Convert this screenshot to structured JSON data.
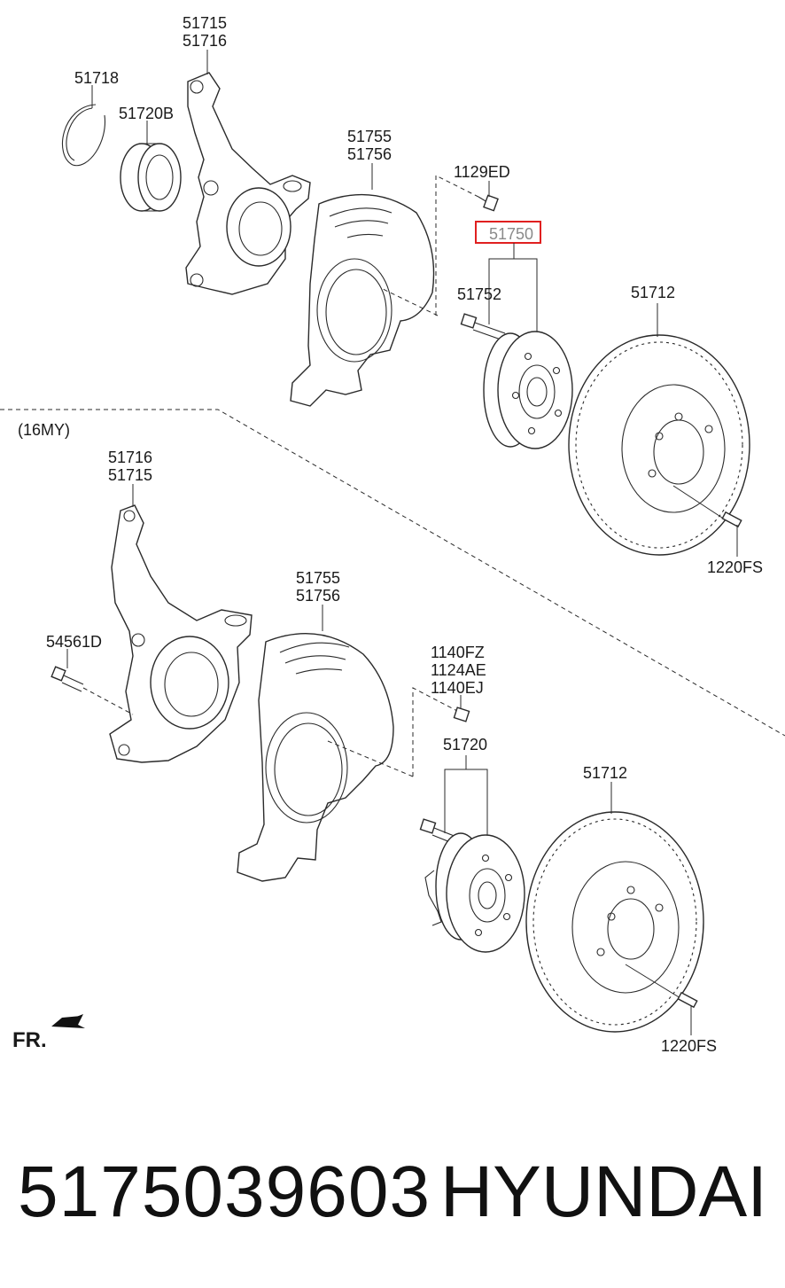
{
  "labels": {
    "top": {
      "knuckle": [
        "51715",
        "51716"
      ],
      "snap_ring": "51718",
      "bearing": "51720B",
      "dust_cover": [
        "51755",
        "51756"
      ],
      "bolt": "1129ED",
      "hub_assy": "51750",
      "hub_bolt": "51752",
      "disc": "51712",
      "screw": "1220FS"
    },
    "section_tag": "(16MY)",
    "bottom": {
      "knuckle": [
        "51716",
        "51715"
      ],
      "knuckle_bolt": "54561D",
      "dust_cover": [
        "51755",
        "51756"
      ],
      "bolts": [
        "1140FZ",
        "1124AE",
        "1140EJ"
      ],
      "hub_assy": "51720",
      "disc": "51712",
      "screw": "1220FS"
    },
    "fr": "FR."
  },
  "highlight_color": "#e02020",
  "footer": {
    "part_number": "5175039603",
    "brand": "HYUNDAI"
  }
}
